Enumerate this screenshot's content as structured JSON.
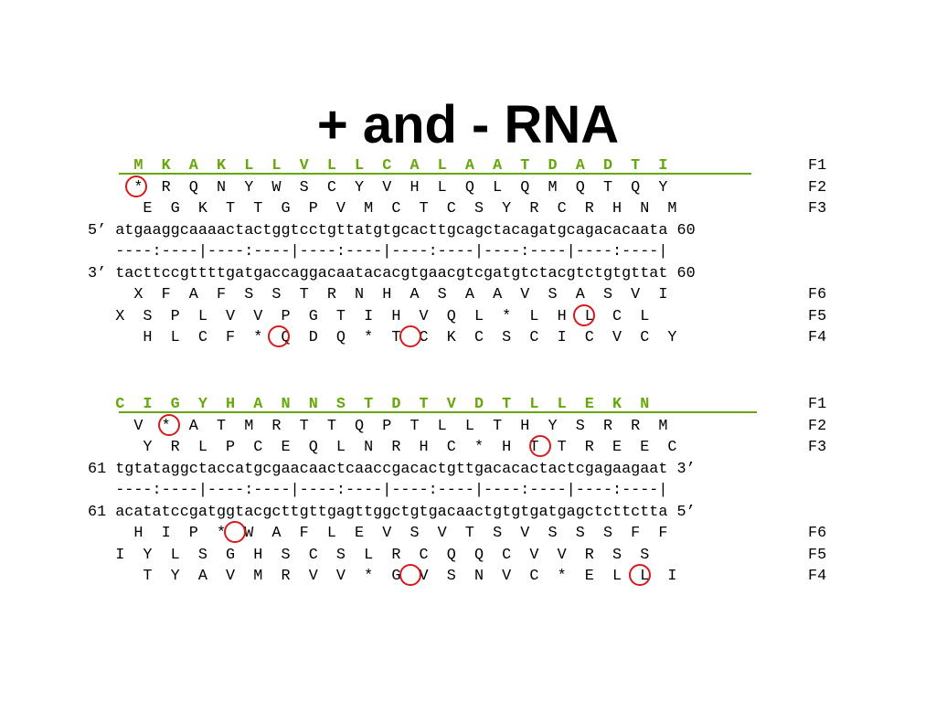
{
  "title": "+ and - RNA",
  "colors": {
    "frame_1": "#66a80a",
    "stop_marker": "#d41b1b"
  },
  "blocks": [
    {
      "lines": [
        "     M  K  A  K  L  L  V  L  L  C  A  L  A  A  T  D  A  D  T  I",
        "     *  R  Q  N  Y  W  S  C  Y  V  H  L  Q  L  Q  M  Q  T  Q  Y",
        "      E  G  K  T  T  G  P  V  M  C  T  C  S  Y  R  C  R  H  N  M",
        "5’ atgaaggcaaaactactggtcctgttatgtgcacttgcagctacagatgcagacacaata 60",
        "   ----:----|----:----|----:----|----:----|----:----|----:----|",
        "3’ tacttccgttttgatgaccaggacaatacacgtgaacgtcgatgtctacgtctgtgttat 60",
        "     X  F  A  F  S  S  T  R  N  H  A  S  A  A  V  S  A  S  V  I",
        "   X  S  P  L  V  V  P  G  T  I  H  V  Q  L  *  L  H  L  C  L",
        "      H  L  C  F  *  Q  D  Q  *  T  C  K  C  S  C  I  C  V  C  Y"
      ],
      "labels": [
        "F1",
        "F2",
        "F3",
        "",
        "",
        "",
        "F6",
        "F5",
        "F4"
      ]
    },
    {
      "lines": [
        "   C  I  G  Y  H  A  N  N  S  T  D  T  V  D  T  L  L  E  K  N",
        "     V  *  A  T  M  R  T  T  Q  P  T  L  L  T  H  Y  S  R  R  M",
        "      Y  R  L  P  C  E  Q  L  N  R  H  C  *  H  T  T  R  E  E  C",
        "61 tgtataggctaccatgcgaacaactcaaccgacactgttgacacactactcgagaagaat 3’",
        "   ----:----|----:----|----:----|----:----|----:----|----:----|",
        "61 acatatccgatggtacgcttgttgagttggctgtgacaactgtgtgatgagctcttctta 5’",
        "     H  I  P  *  W  A  F  L  E  V  S  V  T  S  V  S  S  S  F  F",
        "   I  Y  L  S  G  H  S  C  S  L  R  C  Q  Q  C  V  V  R  S  S",
        "      T  Y  A  V  M  R  V  V  *  G  V  S  N  V  C  *  E  L  L  I"
      ],
      "labels": [
        "F1",
        "F2",
        "F3",
        "",
        "",
        "",
        "F6",
        "F5",
        "F4"
      ]
    }
  ]
}
